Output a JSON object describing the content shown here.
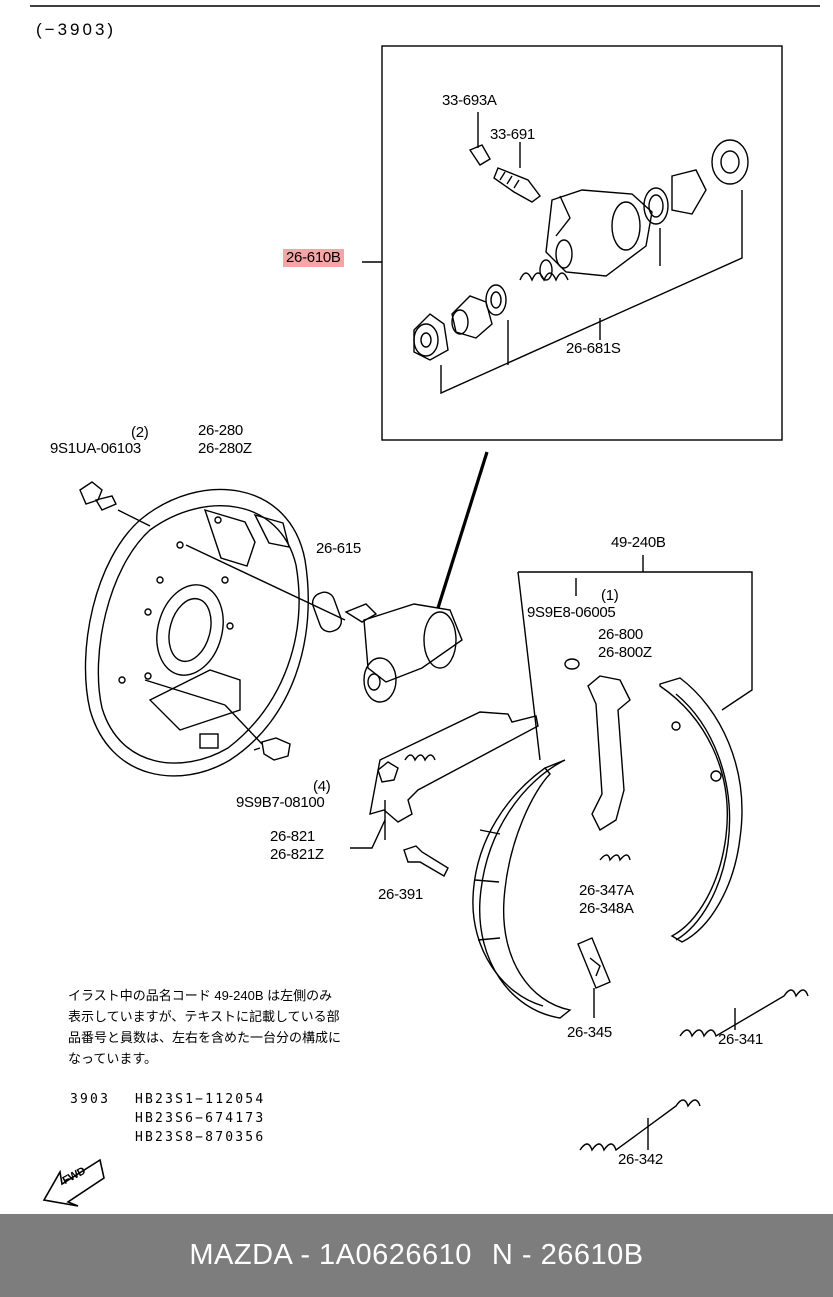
{
  "header": {
    "range": "(−3903)"
  },
  "labels": {
    "p33693a": "33-693A",
    "p33691": "33-691",
    "p26610b": "26-610B",
    "p26681s": "26-681S",
    "qty2": "(2)",
    "p9s1ua": "9S1UA-06103",
    "p26280": "26-280",
    "p26280z": "26-280Z",
    "p26615": "26-615",
    "p49240b": "49-240B",
    "qty1": "(1)",
    "p9s9e8": "9S9E8-06005",
    "p26800": "26-800",
    "p26800z": "26-800Z",
    "qty4": "(4)",
    "p9s9b7": "9S9B7-08100",
    "p26821": "26-821",
    "p26821z": "26-821Z",
    "p26391": "26-391",
    "p26347a": "26-347A",
    "p26348a": "26-348A",
    "p26345": "26-345",
    "p26341": "26-341",
    "p26342": "26-342",
    "fwd": "FWD"
  },
  "note": {
    "line1": "イラスト中の品名コード 49-240B は左側のみ",
    "line2": "表示していますが、テキストに記載している部",
    "line3": "品番号と員数は、左右を含めた一台分の構成に",
    "line4": "なっています。"
  },
  "codes": {
    "model": "3903",
    "rows": [
      "HB23S1−112054",
      "HB23S6−674173",
      "HB23S8−870356"
    ]
  },
  "footer": {
    "brand": "MAZDA - 1A0626610",
    "part": "N - 26610B"
  },
  "colors": {
    "highlight": "#f4a6a6",
    "footer_bg": "#7d7d7d",
    "footer_text": "#ffffff"
  },
  "icons": [
    "fwd-arrow-icon"
  ]
}
